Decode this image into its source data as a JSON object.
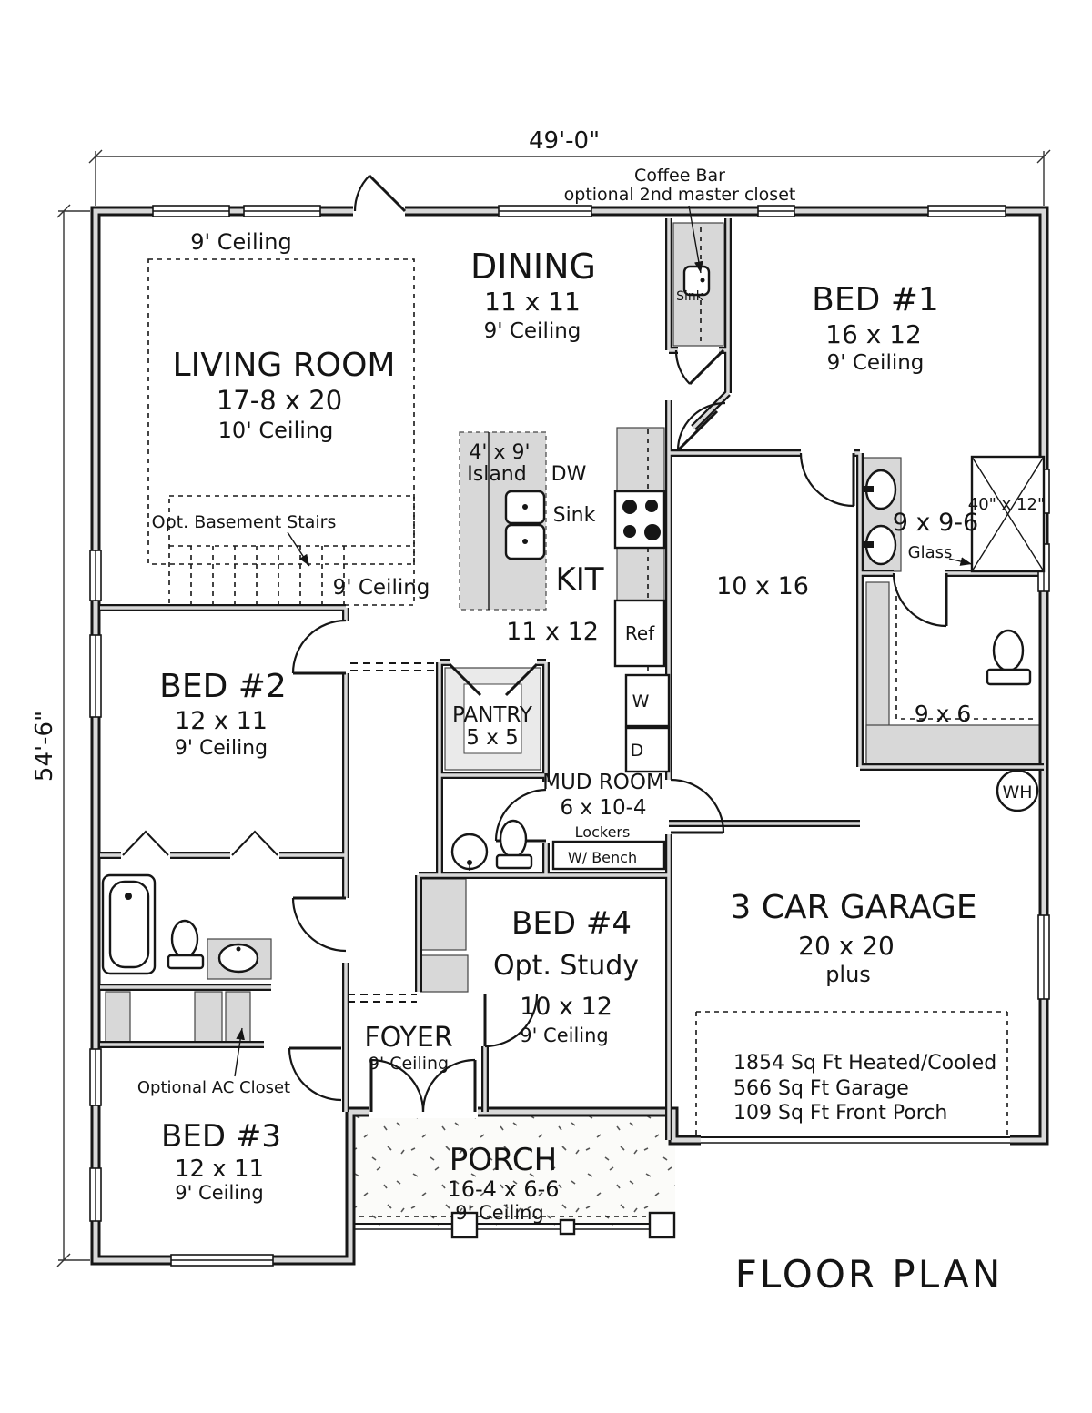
{
  "meta": {
    "title": "FLOOR PLAN"
  },
  "dimensions": {
    "overall_width": "49'-0\"",
    "overall_height": "54'-6\""
  },
  "rooms": {
    "living": {
      "name": "LIVING ROOM",
      "size": "17-8 x 20",
      "ceiling": "10' Ceiling"
    },
    "dining": {
      "name": "DINING",
      "size": "11 x 11",
      "ceiling": "9' Ceiling"
    },
    "bed1": {
      "name": "BED #1",
      "size": "16 x 12",
      "ceiling": "9' Ceiling"
    },
    "kitchen": {
      "name": "KIT",
      "size": "11 x 12",
      "island_size": "4' x 9'",
      "island": "Island",
      "dishwasher": "DW",
      "sink": "Sink",
      "fridge": "Ref"
    },
    "bed2": {
      "name": "BED #2",
      "size": "12 x 11",
      "ceiling": "9' Ceiling"
    },
    "pantry": {
      "name": "PANTRY",
      "size": "5 x 5"
    },
    "mudroom": {
      "name": "MUD ROOM",
      "size": "6 x 10-4",
      "lockers": "Lockers",
      "bench": "W/ Bench",
      "washer": "W",
      "dryer": "D"
    },
    "master_bath": {
      "size": "9 x 9-6",
      "glass": "Glass",
      "shower_size": "40\" x 12\""
    },
    "flex": {
      "size": "10 x 16"
    },
    "closet": {
      "size": "9 x 6"
    },
    "water_heater": {
      "label": "WH"
    },
    "garage": {
      "name": "3 CAR GARAGE",
      "size": "20 x 20",
      "suffix": "plus"
    },
    "bed4": {
      "name": "BED #4",
      "alt": "Opt. Study",
      "size": "10 x 12",
      "ceiling": "9' Ceiling"
    },
    "foyer": {
      "name": "FOYER",
      "ceiling": "9' Ceiling"
    },
    "bed3": {
      "name": "BED #3",
      "size": "12 x 11",
      "ceiling": "9' Ceiling"
    },
    "porch": {
      "name": "PORCH",
      "size": "16-4 x 6-6",
      "ceiling": "9' Ceiling"
    }
  },
  "annotations": {
    "ceiling_note_nw": "9' Ceiling",
    "ceiling_note_center": "9' Ceiling",
    "coffee_bar_1": "Coffee Bar",
    "coffee_bar_2": "optional 2nd master closet",
    "coffee_sink": "Sink",
    "basement_stairs": "Opt. Basement Stairs",
    "ac_closet": "Optional AC Closet"
  },
  "stats": {
    "heated": "1854 Sq Ft Heated/Cooled",
    "garage": "566 Sq Ft Garage",
    "porch": "109 Sq Ft Front Porch"
  },
  "colors": {
    "line": "#151515",
    "wall_fill": "#d8d8d8",
    "paper": "#ffffff"
  }
}
